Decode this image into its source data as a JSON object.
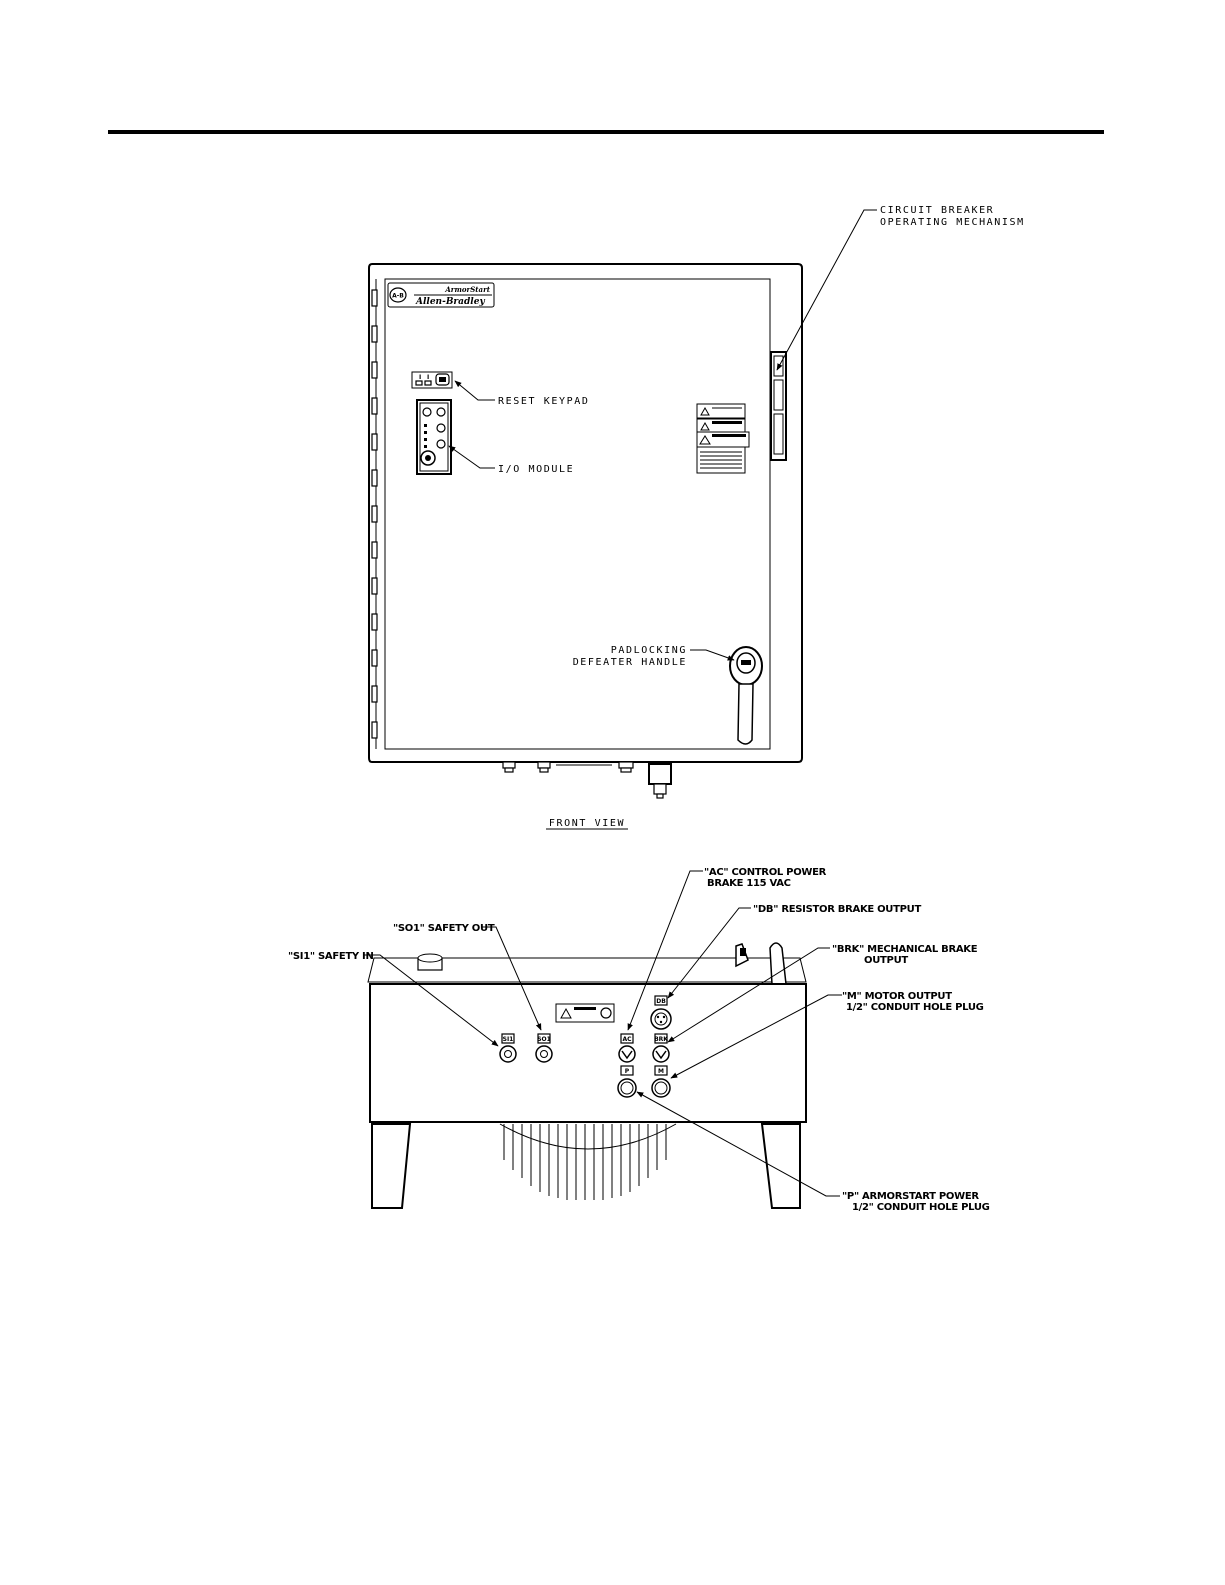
{
  "front_view": {
    "title": "FRONT VIEW",
    "brand": {
      "line1": "ArmorStart",
      "line2": "Allen-Bradley",
      "logo_text": "A-B"
    },
    "callouts": {
      "circuit_breaker_line1": "CIRCUIT BREAKER",
      "circuit_breaker_line2": "OPERATING MECHANISM",
      "reset_keypad": "RESET KEYPAD",
      "io_module": "I/O MODULE",
      "padlock_line1": "PADLOCKING",
      "padlock_line2": "DEFEATER HANDLE"
    }
  },
  "bottom_view": {
    "callouts": {
      "si1": "\"SI1\" SAFETY IN",
      "so1": "\"SO1\" SAFETY OUT",
      "ac_line1": "\"AC\" CONTROL POWER",
      "ac_line2": "BRAKE 115 VAC",
      "db": "\"DB\" RESISTOR BRAKE OUTPUT",
      "brk_line1": "\"BRK\" MECHANICAL BRAKE",
      "brk_line2": "OUTPUT",
      "m_line1": "\"M\" MOTOR OUTPUT",
      "m_line2": "1/2\" CONDUIT HOLE PLUG",
      "p_line1": "\"P\" ARMORSTART POWER",
      "p_line2": "1/2\" CONDUIT HOLE PLUG"
    },
    "tags": {
      "si1": "SI1",
      "so1": "SO1",
      "ac": "AC",
      "db": "DB",
      "brk": "BRK",
      "p": "P",
      "m": "M"
    }
  }
}
